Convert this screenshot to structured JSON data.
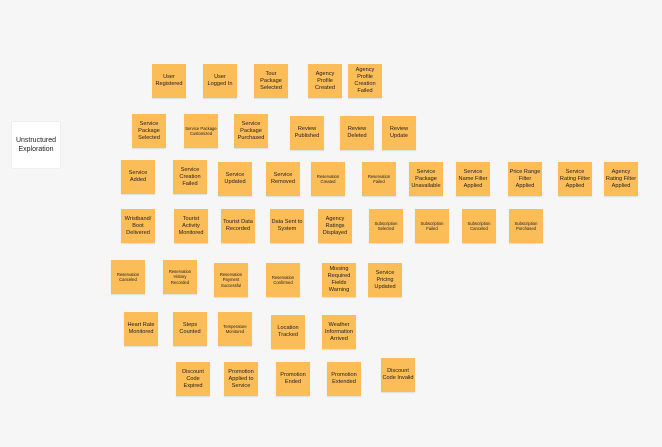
{
  "board": {
    "section_label": "Unstructured Exploration",
    "sticky_color": "#fbbd58",
    "background": "#f6f6f6",
    "stickies": [
      "User Registered",
      "User Logged In",
      "Tour Package Selected",
      "Agency Profile Created",
      "Agency Profile Creation Failed",
      "Service Package Selected",
      "Service Package Customized",
      "Service Package Purchased",
      "Review Published",
      "Review Deleted",
      "Review Update",
      "Service Added",
      "Service Creation Failed",
      "Service Updated",
      "Service Removed",
      "Reservation Created",
      "Reservation Failed",
      "Service Package Unavailable",
      "Service Name Filter Applied",
      "Price Range Filter Applied",
      "Service Rating Filter Applied",
      "Agency Rating Filter Applied",
      "Wristband/ Boot Delivered",
      "Tourist Activity Monitored",
      "Tourist Data Recorded",
      "Data Sent to System",
      "Agency Ratings Displayed",
      "Subscription Selected",
      "Subscription Failed",
      "Subscription Canceled",
      "Subscription Purchased",
      "Reservation Canceled",
      "Reservation History Recorded",
      "Reservation Payment Successful",
      "Reservation Confirmed",
      "Missing Required Fields Warning",
      "Service Pricing Updated",
      "Heart Rate Monitored",
      "Steps Counted",
      "Temperature Monitored",
      "Location Tracked",
      "Weather Information Arrived",
      "Discount Code Expired",
      "Promotion Applied to Service",
      "Promotion Ended",
      "Promotion Extended",
      "Discount Code Invalid"
    ]
  }
}
